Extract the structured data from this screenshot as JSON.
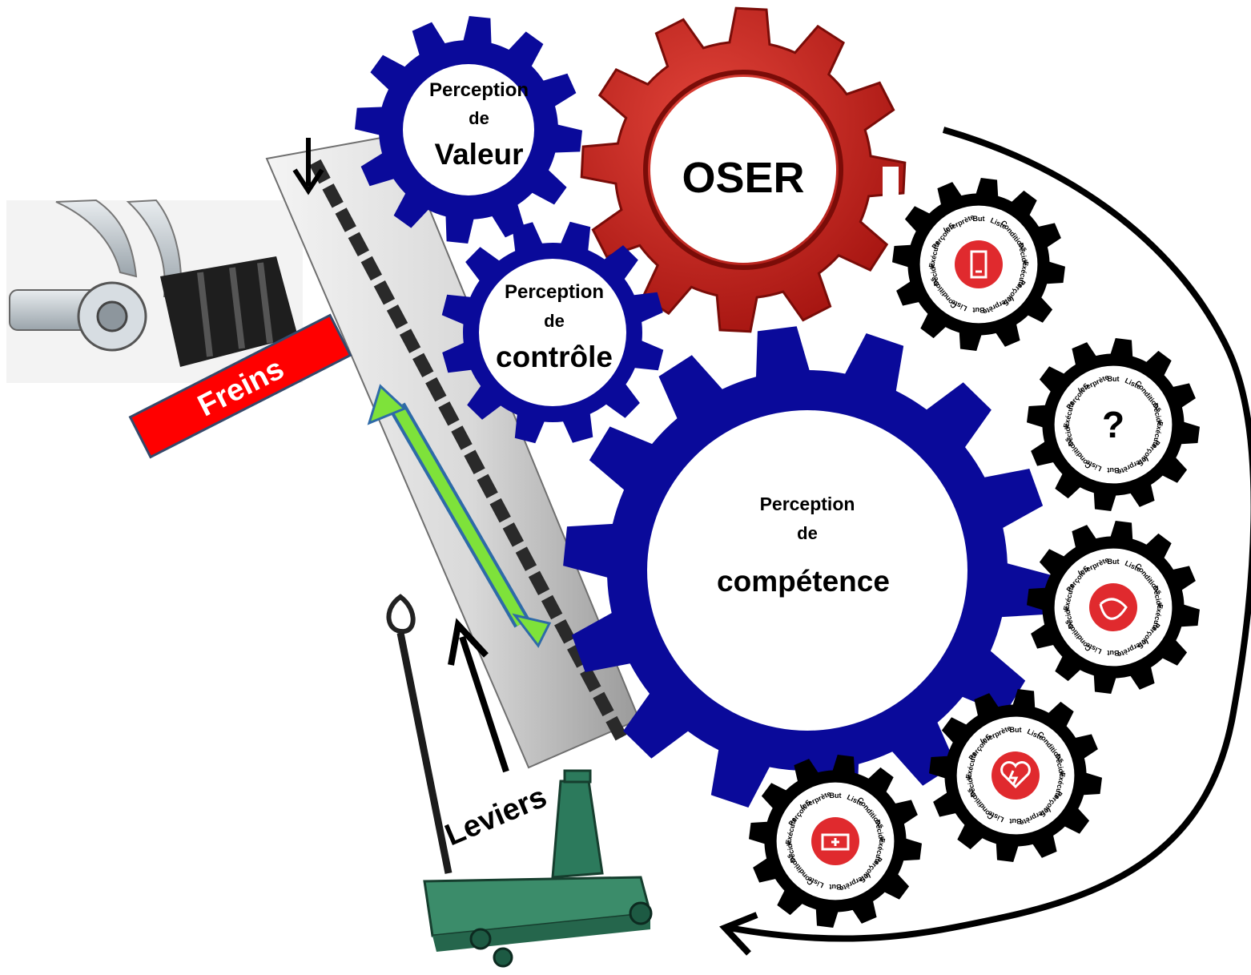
{
  "gears": {
    "valeur": {
      "line1": "Perception",
      "line2": "de",
      "line3": "Valeur",
      "color": "#0a0a9a"
    },
    "oser": {
      "label": "OSER",
      "color": "#cc2218"
    },
    "controle": {
      "line1": "Perception",
      "line2": "de",
      "line3": "contrôle",
      "color": "#0a0a9a"
    },
    "competence": {
      "line1": "Perception",
      "line2": "de",
      "line3": "compétence",
      "color": "#0a0a9a"
    }
  },
  "labels": {
    "freins": "Freins",
    "leviers": "Leviers"
  },
  "dial_words": [
    "But",
    "Liste",
    "Conditions",
    "Décide",
    "Exécute",
    "Perçoit S",
    "Interprète",
    "But",
    "Liste",
    "Conditions",
    "Décide",
    "Exécute",
    "Perçoit S",
    "Interprète"
  ],
  "small_gears": [
    {
      "icon": "phone-icon"
    },
    {
      "icon": "question-mark-icon",
      "symbol": "?"
    },
    {
      "icon": "helping-hand-icon"
    },
    {
      "icon": "heart-defibrillator-icon"
    },
    {
      "icon": "ambulance-icon"
    }
  ],
  "colors": {
    "accent_red": "#e02a2e",
    "arrow_green": "#7ee23a",
    "label_red": "#ff0000",
    "black_gear": "#000000"
  }
}
